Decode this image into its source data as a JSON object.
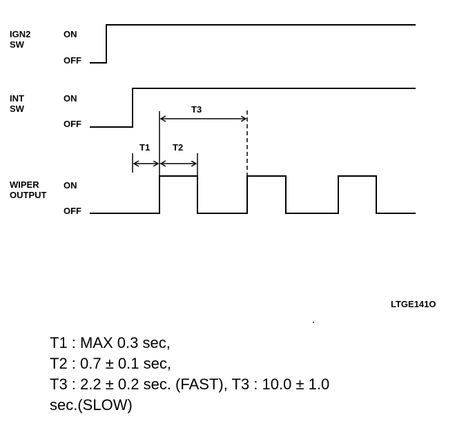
{
  "signals": {
    "ign2": {
      "name_line1": "IGN2",
      "name_line2": "SW",
      "on": "ON",
      "off": "OFF"
    },
    "int": {
      "name_line1": "INT",
      "name_line2": "SW",
      "on": "ON",
      "off": "OFF"
    },
    "wiper": {
      "name_line1": "WIPER",
      "name_line2": "OUTPUT",
      "on": "ON",
      "off": "OFF"
    }
  },
  "timing": {
    "t1": "T1",
    "t2": "T2",
    "t3": "T3"
  },
  "figure_code": "LTGE141O",
  "notes": [
    "T1 : MAX 0.3 sec,",
    "T2 : 0.7 ± 0.1 sec,",
    "T3 :  2.2 ± 0.2 sec.   (FAST), T3 :  10.0 ± 1.0",
    "sec.(SLOW)"
  ]
}
